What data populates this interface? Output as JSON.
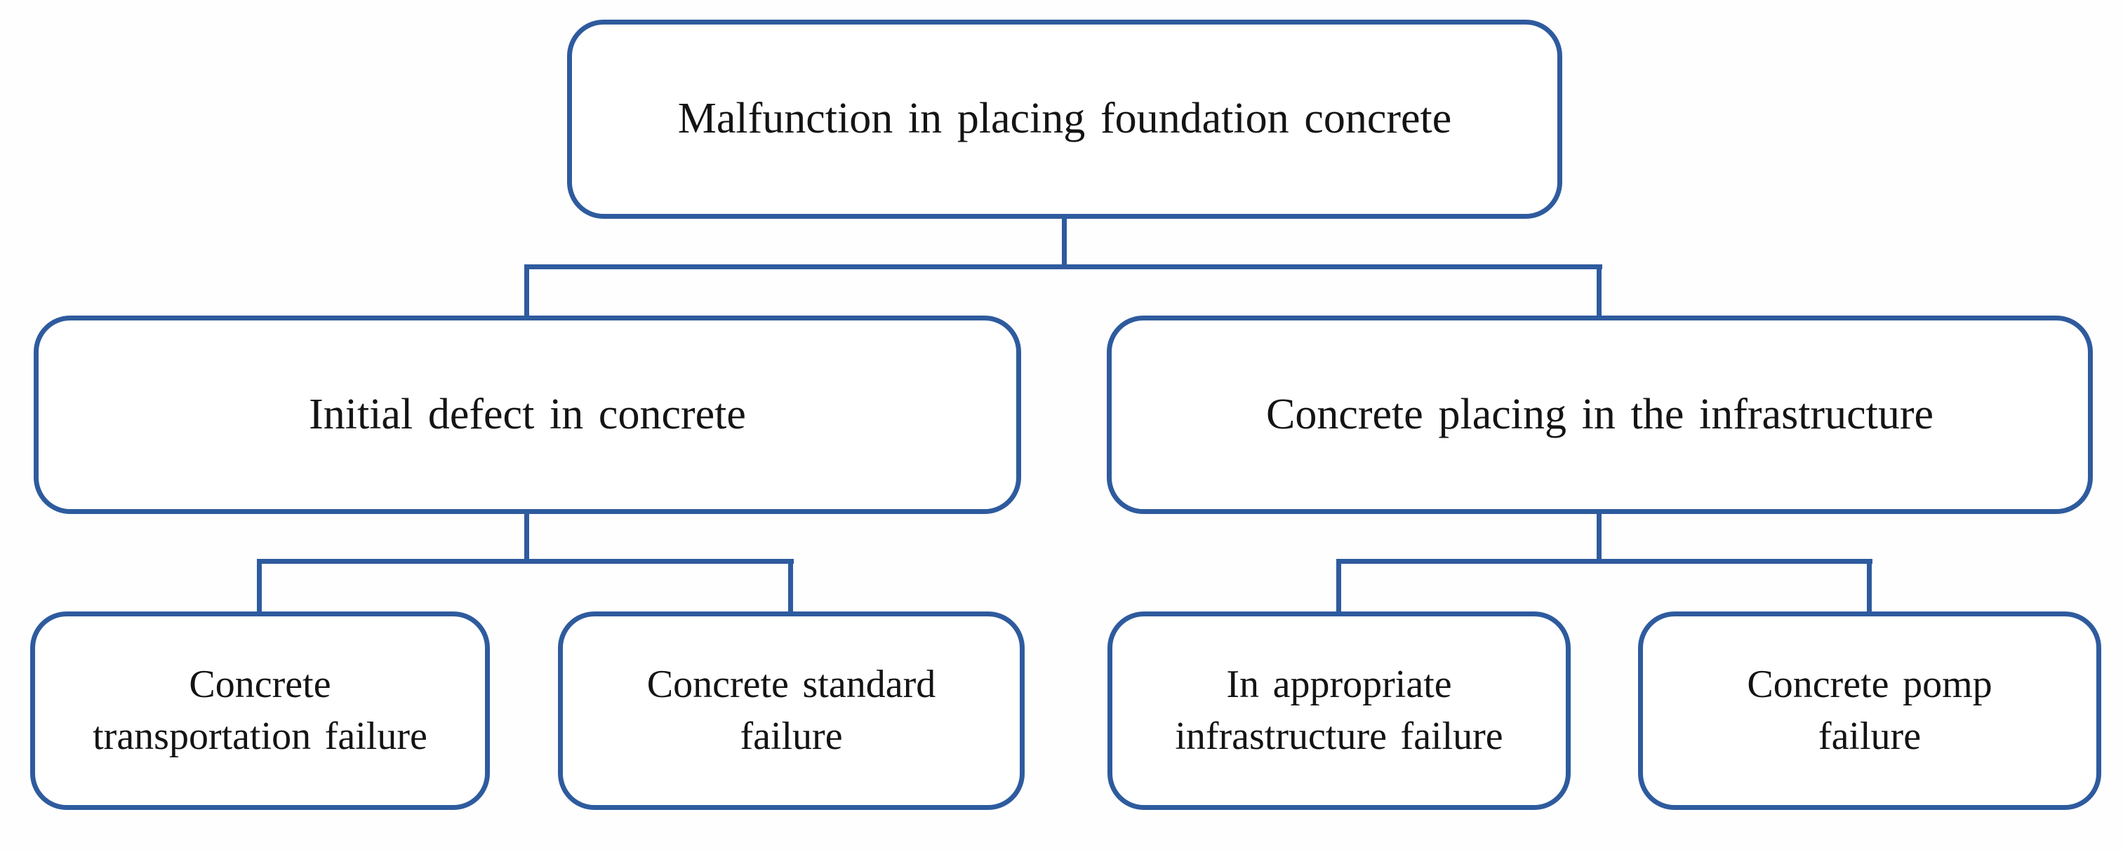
{
  "diagram": {
    "type": "hierarchy-tree",
    "accent_color": "#2e5b9e",
    "background_color": "#fefefe",
    "text_color": "#141414",
    "root": {
      "label": "Malfunction in placing foundation concrete"
    },
    "branches": [
      {
        "label": "Initial defect in concrete",
        "children": [
          {
            "lines": [
              "Concrete",
              "transportation failure"
            ]
          },
          {
            "lines": [
              "Concrete standard",
              "failure"
            ]
          }
        ]
      },
      {
        "label": "Concrete placing in the infrastructure",
        "children": [
          {
            "lines": [
              "In appropriate",
              "infrastructure failure"
            ]
          },
          {
            "lines": [
              "Concrete pomp",
              "failure"
            ]
          }
        ]
      }
    ]
  }
}
